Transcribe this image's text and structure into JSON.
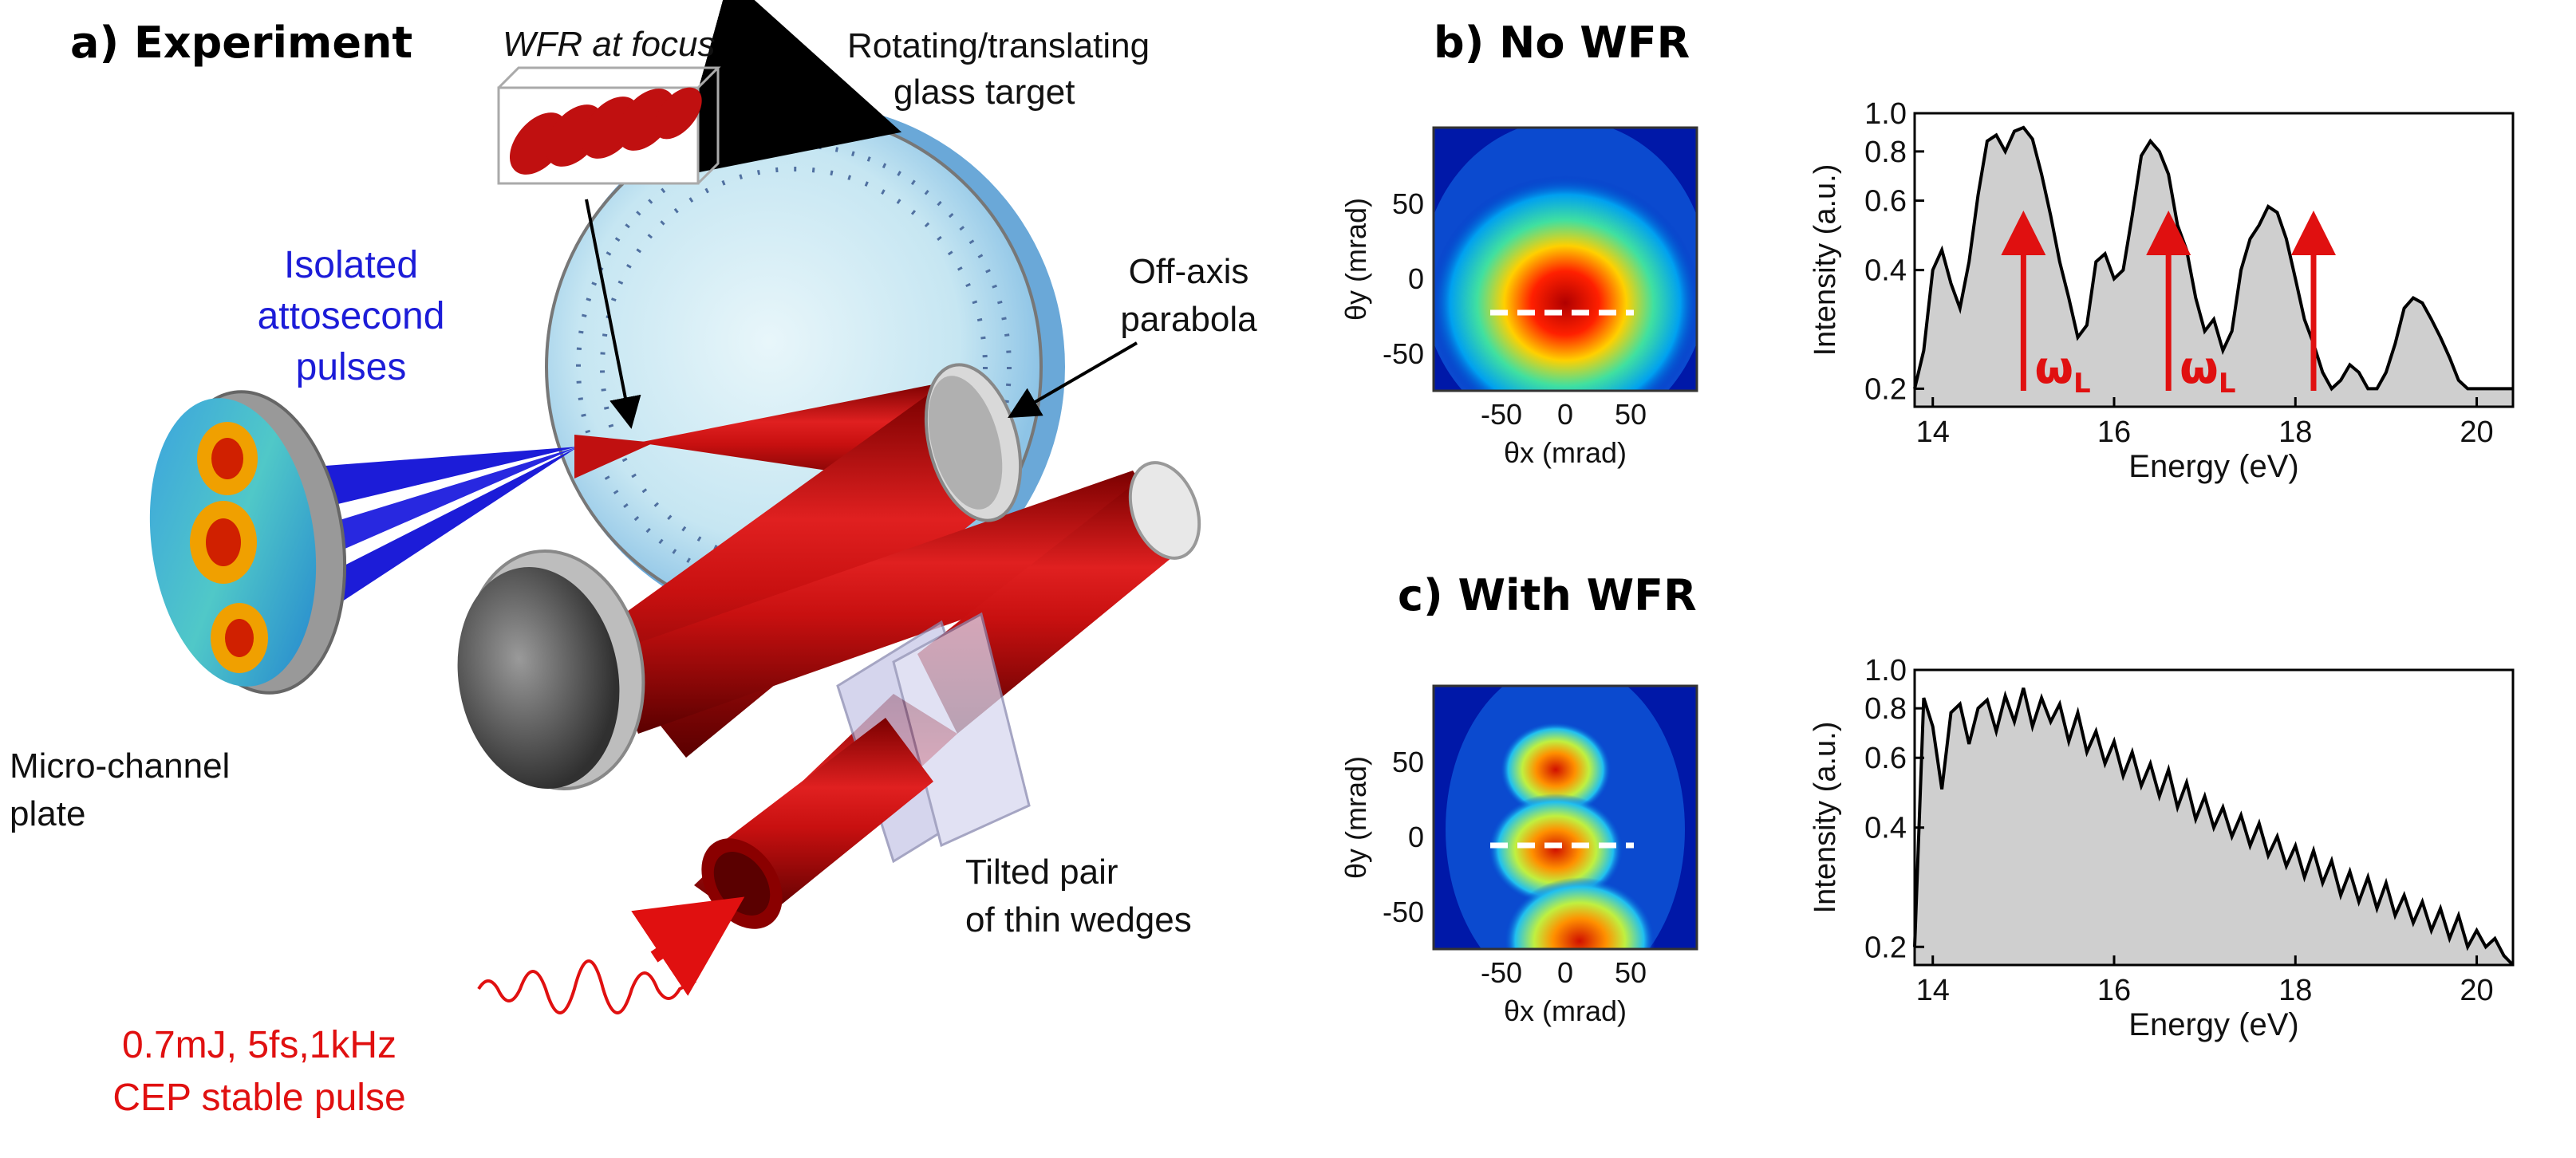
{
  "panel_a": {
    "title": "a) Experiment",
    "wfr_at_focus": "WFR at focus",
    "target_line1": "Rotating/translating",
    "target_line2": "glass target",
    "isolated_1": "Isolated",
    "isolated_2": "attosecond",
    "isolated_3": "pulses",
    "parabola_1": "Off-axis",
    "parabola_2": "parabola",
    "mcp_1": "Micro-channel",
    "mcp_2": "plate",
    "wedges_1": "Tilted pair",
    "wedges_2": "of thin wedges",
    "pulse_1": "0.7mJ, 5fs,1kHz",
    "pulse_2": "CEP stable pulse"
  },
  "panel_b": {
    "title": "b) No WFR",
    "image_ylabel": "θy (mrad)",
    "image_xlabel": "θx (mrad)",
    "image_xticks": [
      "-50",
      "0",
      "50"
    ],
    "image_yticks": [
      "50",
      "0",
      "-50"
    ]
  },
  "panel_c": {
    "title": "c) With WFR",
    "image_ylabel": "θy (mrad)",
    "image_xlabel": "θx (mrad)",
    "image_xticks": [
      "-50",
      "0",
      "50"
    ],
    "image_yticks": [
      "50",
      "0",
      "-50"
    ]
  },
  "annotations": {
    "omega_a": "ω",
    "omega_b": "ω",
    "omega_sub": "L"
  },
  "colors": {
    "laser_red": "#c01010",
    "xuv_blue": "#1c1cd8",
    "spectrum_fill": "#cfcfcf"
  },
  "chart_data": [
    {
      "type": "area",
      "panel": "b) No WFR",
      "xlabel": "Energy (eV)",
      "ylabel": "Intensity (a.u.)",
      "xlim": [
        13.8,
        20.4
      ],
      "ylim": [
        0.18,
        1.0
      ],
      "yscale": "log",
      "xticks": [
        "14",
        "16",
        "18",
        "20"
      ],
      "yticks": [
        "0.2",
        "0.4",
        "0.6",
        "0.8",
        "1.0"
      ],
      "x": [
        13.8,
        13.9,
        14.0,
        14.1,
        14.2,
        14.3,
        14.4,
        14.5,
        14.6,
        14.7,
        14.8,
        14.9,
        15.0,
        15.1,
        15.2,
        15.3,
        15.4,
        15.5,
        15.6,
        15.7,
        15.8,
        15.9,
        16.0,
        16.1,
        16.2,
        16.3,
        16.4,
        16.5,
        16.6,
        16.7,
        16.8,
        16.9,
        17.0,
        17.1,
        17.2,
        17.3,
        17.4,
        17.5,
        17.6,
        17.7,
        17.8,
        17.9,
        18.0,
        18.1,
        18.2,
        18.3,
        18.4,
        18.5,
        18.6,
        18.7,
        18.8,
        18.9,
        19.0,
        19.1,
        19.2,
        19.3,
        19.4,
        19.5,
        19.6,
        19.7,
        19.8,
        19.9,
        20.0,
        20.1,
        20.2,
        20.3,
        20.4
      ],
      "values": [
        0.2,
        0.25,
        0.4,
        0.45,
        0.37,
        0.32,
        0.42,
        0.62,
        0.85,
        0.88,
        0.8,
        0.9,
        0.92,
        0.86,
        0.7,
        0.55,
        0.42,
        0.34,
        0.27,
        0.29,
        0.42,
        0.44,
        0.38,
        0.4,
        0.55,
        0.78,
        0.85,
        0.8,
        0.7,
        0.52,
        0.45,
        0.34,
        0.28,
        0.3,
        0.25,
        0.28,
        0.4,
        0.48,
        0.52,
        0.58,
        0.56,
        0.48,
        0.38,
        0.3,
        0.26,
        0.22,
        0.2,
        0.21,
        0.23,
        0.22,
        0.2,
        0.2,
        0.22,
        0.26,
        0.32,
        0.34,
        0.33,
        0.3,
        0.27,
        0.24,
        0.21,
        0.2,
        0.2,
        0.2,
        0.2,
        0.2,
        0.2
      ],
      "annotations": [
        {
          "text": "ωL",
          "x": 15.0
        },
        {
          "text": "ωL",
          "x": 16.6
        },
        {
          "text": "",
          "x": 18.2
        }
      ]
    },
    {
      "type": "area",
      "panel": "c) With WFR",
      "xlabel": "Energy (eV)",
      "ylabel": "Intensity (a.u.)",
      "xlim": [
        13.8,
        20.4
      ],
      "ylim": [
        0.18,
        1.0
      ],
      "yscale": "log",
      "xticks": [
        "14",
        "16",
        "18",
        "20"
      ],
      "yticks": [
        "0.2",
        "0.4",
        "0.6",
        "0.8",
        "1.0"
      ],
      "x": [
        13.8,
        13.9,
        14.0,
        14.1,
        14.2,
        14.3,
        14.4,
        14.5,
        14.6,
        14.7,
        14.8,
        14.9,
        15.0,
        15.1,
        15.2,
        15.3,
        15.4,
        15.5,
        15.6,
        15.7,
        15.8,
        15.9,
        16.0,
        16.1,
        16.2,
        16.3,
        16.4,
        16.5,
        16.6,
        16.7,
        16.8,
        16.9,
        17.0,
        17.1,
        17.2,
        17.3,
        17.4,
        17.5,
        17.6,
        17.7,
        17.8,
        17.9,
        18.0,
        18.1,
        18.2,
        18.3,
        18.4,
        18.5,
        18.6,
        18.7,
        18.8,
        18.9,
        19.0,
        19.1,
        19.2,
        19.3,
        19.4,
        19.5,
        19.6,
        19.7,
        19.8,
        19.9,
        20.0,
        20.1,
        20.2,
        20.3,
        20.4
      ],
      "values": [
        0.2,
        0.85,
        0.72,
        0.5,
        0.78,
        0.82,
        0.65,
        0.8,
        0.84,
        0.7,
        0.86,
        0.74,
        0.9,
        0.72,
        0.85,
        0.74,
        0.82,
        0.66,
        0.78,
        0.62,
        0.7,
        0.58,
        0.66,
        0.54,
        0.62,
        0.51,
        0.58,
        0.48,
        0.56,
        0.45,
        0.52,
        0.42,
        0.48,
        0.4,
        0.45,
        0.38,
        0.43,
        0.36,
        0.41,
        0.34,
        0.38,
        0.32,
        0.36,
        0.3,
        0.35,
        0.29,
        0.33,
        0.27,
        0.31,
        0.26,
        0.3,
        0.25,
        0.29,
        0.24,
        0.27,
        0.23,
        0.26,
        0.22,
        0.25,
        0.21,
        0.24,
        0.2,
        0.22,
        0.2,
        0.21,
        0.19,
        0.18
      ]
    }
  ]
}
